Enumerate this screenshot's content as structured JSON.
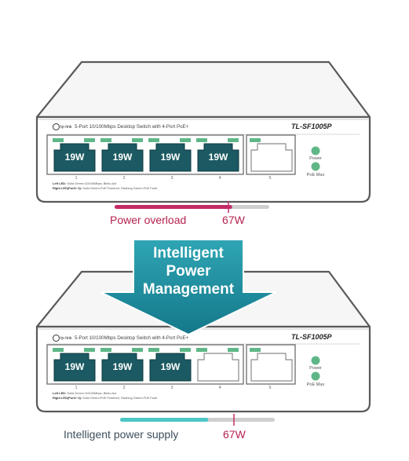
{
  "colors": {
    "port_green": "#5fb787",
    "port_teal": "#1b5a62",
    "overload_bar": "#c42a66",
    "supply_bar": "#4bc7c6",
    "bar_track": "#cfcfcf",
    "overload_text": "#b5224f",
    "supply_text": "#3d4f5c",
    "arrow_top": "#2fa5b4",
    "arrow_bottom": "#13788a"
  },
  "switch_top": {
    "brand": "tp-link",
    "description": "5-Port 10/100Mbps Desktop Switch with 4-Port PoE+",
    "model": "TL-SF1005P",
    "ports": [
      {
        "number": "1",
        "watt": "19W",
        "active": true
      },
      {
        "number": "2",
        "watt": "19W",
        "active": true
      },
      {
        "number": "3",
        "watt": "19W",
        "active": true
      },
      {
        "number": "4",
        "watt": "19W",
        "active": true
      },
      {
        "number": "5",
        "watt": "",
        "active": false
      }
    ],
    "led_power": "Power",
    "led_poe_max": "PoE Max",
    "legend_left_title": "Left LED:",
    "legend_left_text": "Solid Green=10/100Mbps, Blink=Act",
    "legend_right_title": "Right LED(Port1~4):",
    "legend_right_text": "Solid Green=PoE Powered, Flashing Green=PoE Fault"
  },
  "switch_bottom": {
    "brand": "tp-link",
    "description": "5-Port 10/100Mbps Desktop Switch with 4-Port PoE+",
    "model": "TL-SF1005P",
    "ports": [
      {
        "number": "1",
        "watt": "19W",
        "active": true
      },
      {
        "number": "2",
        "watt": "19W",
        "active": true
      },
      {
        "number": "3",
        "watt": "19W",
        "active": true
      },
      {
        "number": "4",
        "watt": "",
        "active": false
      },
      {
        "number": "5",
        "watt": "",
        "active": false
      }
    ],
    "led_power": "Power",
    "led_poe_max": "PoE Max",
    "legend_left_title": "Left LED:",
    "legend_left_text": "Solid Green=10/100Mbps, Blink=Act",
    "legend_right_title": "Right LED(Port1~4):",
    "legend_right_text": "Solid Green=PoE Powered, Flashing Green=PoE Fault"
  },
  "overload": {
    "label": "Power overload",
    "limit_label": "67W",
    "fill_fraction": 0.76
  },
  "supply": {
    "label": "Intelligent power supply",
    "limit_label": "67W",
    "fill_fraction": 0.57
  },
  "banner": {
    "line1": "Intelligent",
    "line2": "Power",
    "line3": "Management"
  }
}
